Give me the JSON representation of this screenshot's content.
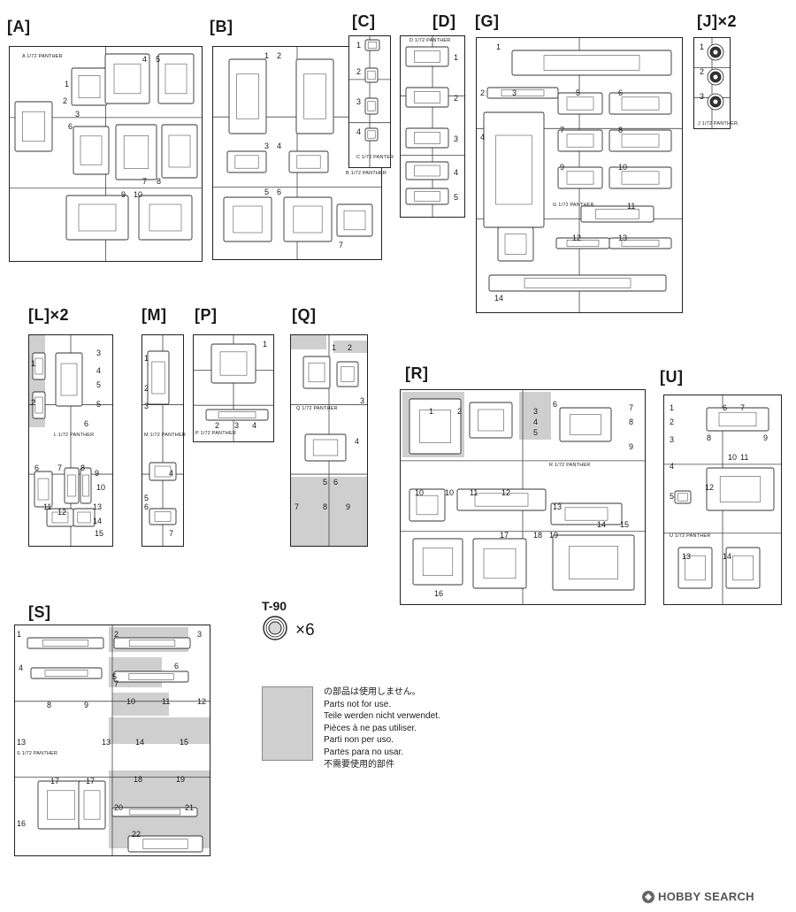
{
  "sprue_titles": {
    "A": "[A]",
    "B": "[B]",
    "C": "[C]",
    "D": "[D]",
    "G": "[G]",
    "J": "[J]×2",
    "L": "[L]×2",
    "M": "[M]",
    "P": "[P]",
    "Q": "[Q]",
    "R": "[R]",
    "U": "[U]",
    "S": "[S]"
  },
  "sprue_tags": {
    "A": "1/72 PANTHER",
    "B": "1/72 PANTHER",
    "C": "1/72 PANTER",
    "D": "1/72 PANTHER",
    "G": "1/72 PANTHER",
    "J": "1/72 PANTHER",
    "L": "1/72 PANTHER",
    "M": "1/72 PANTHER",
    "P": "1/72 PANTHER",
    "Q": "1/72 PANTHER",
    "R": "1/72 PANTHER",
    "U": "1/72 PANTHER",
    "S": "1/72 PANTHER"
  },
  "sprue_letters": {
    "A": "A",
    "B": "B",
    "C": "C",
    "D": "D",
    "G": "G",
    "J": "J",
    "L": "L",
    "M": "M",
    "P": "P",
    "Q": "Q",
    "R": "R",
    "U": "U",
    "S": "S"
  },
  "part_numbers": {
    "A": [
      "1",
      "2",
      "3",
      "4",
      "5",
      "6",
      "7",
      "8",
      "9",
      "10"
    ],
    "B": [
      "1",
      "2",
      "3",
      "4",
      "5",
      "6",
      "7"
    ],
    "C": [
      "1",
      "2",
      "3",
      "4"
    ],
    "D": [
      "1",
      "2",
      "3",
      "4",
      "5"
    ],
    "G": [
      "1",
      "2",
      "3",
      "4",
      "5",
      "6",
      "7",
      "8",
      "9",
      "10",
      "11",
      "12",
      "13",
      "14"
    ],
    "J": [
      "1",
      "2",
      "3"
    ],
    "L": [
      "1",
      "2",
      "3",
      "4",
      "5",
      "5",
      "6",
      "6",
      "7",
      "8",
      "9",
      "10",
      "11",
      "12",
      "13",
      "14",
      "15"
    ],
    "M": [
      "1",
      "2",
      "3",
      "4",
      "5",
      "6",
      "7"
    ],
    "P": [
      "1",
      "2",
      "3",
      "4"
    ],
    "Q": [
      "1",
      "2",
      "3",
      "4",
      "5",
      "6",
      "7",
      "8",
      "9"
    ],
    "R": [
      "1",
      "2",
      "3",
      "4",
      "5",
      "6",
      "7",
      "8",
      "9",
      "10",
      "10",
      "11",
      "12",
      "13",
      "14",
      "15",
      "16",
      "17",
      "18",
      "19"
    ],
    "U": [
      "1",
      "2",
      "3",
      "4",
      "5",
      "6",
      "7",
      "8",
      "9",
      "10",
      "11",
      "12",
      "13",
      "14"
    ],
    "S": [
      "1",
      "2",
      "3",
      "4",
      "5",
      "6",
      "7",
      "8",
      "9",
      "10",
      "11",
      "12",
      "13",
      "13",
      "14",
      "15",
      "16",
      "17",
      "17",
      "18",
      "19",
      "20",
      "21",
      "22"
    ]
  },
  "tire": {
    "code": "T-90",
    "multiplier": "×6"
  },
  "legend": {
    "lines": [
      "の部品は使用しません。",
      "Parts not for use.",
      "Teile werden nicht verwendet.",
      "Pièces à ne pas utiliser.",
      "Parti non per uso.",
      "Partes para no usar.",
      "不需要使用的部件"
    ]
  },
  "watermark": {
    "brand": "HOBBY SEARCH"
  },
  "colors": {
    "line": "#222222",
    "unused": "#cfcfcf",
    "paper": "#ffffff"
  }
}
